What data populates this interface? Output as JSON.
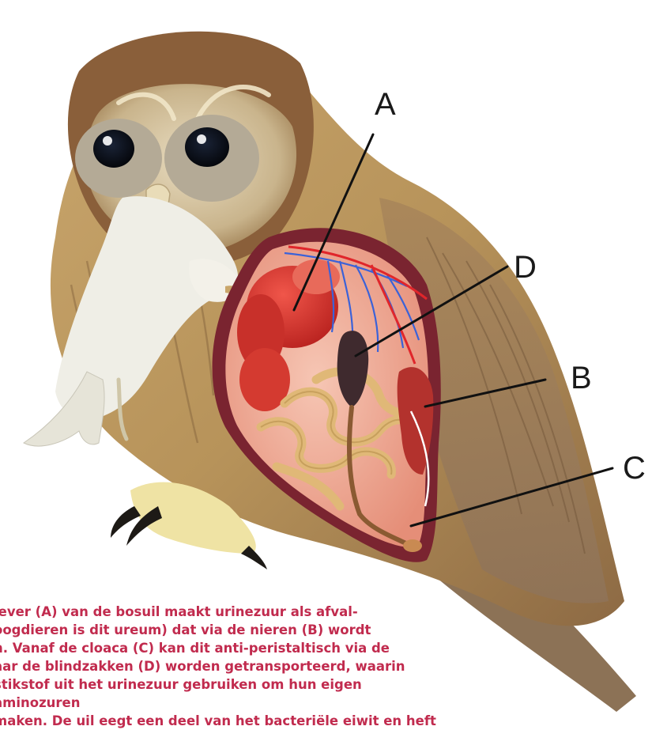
{
  "labels": {
    "a": "A",
    "b": "B",
    "c": "C",
    "d": "D"
  },
  "caption": "lever (A) van de bosuil maakt urinezuur als afval-\noogdieren is dit ureum) dat via de nieren (B) wordt\nn. Vanaf de cloaca (C) kan dit anti-peristaltisch via de\naar de blindzakken (D) worden getransporteerd, waarin\nstikstof uit het urinezuur gebruiken om hun eigen aminozuren\nmaken. De uil eegt een deel van het bacteriële eiwit en heft",
  "colors": {
    "caption_text": "#c12b4e",
    "leader_lines": "#111111",
    "feather_light": "#d8c08e",
    "feather_mid": "#b48e55",
    "feather_dark": "#7a5634",
    "cavity_wall": "#7a2430",
    "cavity_fill": "#eea38e",
    "organ_red": "#d2322b",
    "intestine": "#e0b877",
    "caecum": "#3f2a2e",
    "artery": "#e0262b",
    "vein": "#3b62d8",
    "prey_white": "#efeee6"
  },
  "icons": [
    "tawny-owl-illustration",
    "prey-bird-illustration",
    "anatomy-cutaway"
  ]
}
